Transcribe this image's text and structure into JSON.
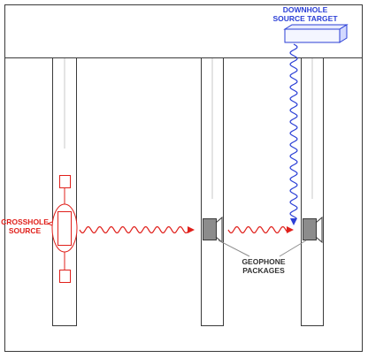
{
  "labels": {
    "downhole_line1": "DOWNHOLE",
    "downhole_line2": "SOURCE TARGET",
    "crosshole_line1": "CROSSHOLE",
    "crosshole_line2": "SOURCE",
    "geophone_line1": "GEOPHONE",
    "geophone_line2": "PACKAGES"
  },
  "colors": {
    "ink": "#3a3a3a",
    "crosshole": "#e0201b",
    "downhole": "#2b3fd6",
    "geophone": "#8c8c8c",
    "casing": "#c8c8c8",
    "target_fill": "#e9ecff"
  }
}
